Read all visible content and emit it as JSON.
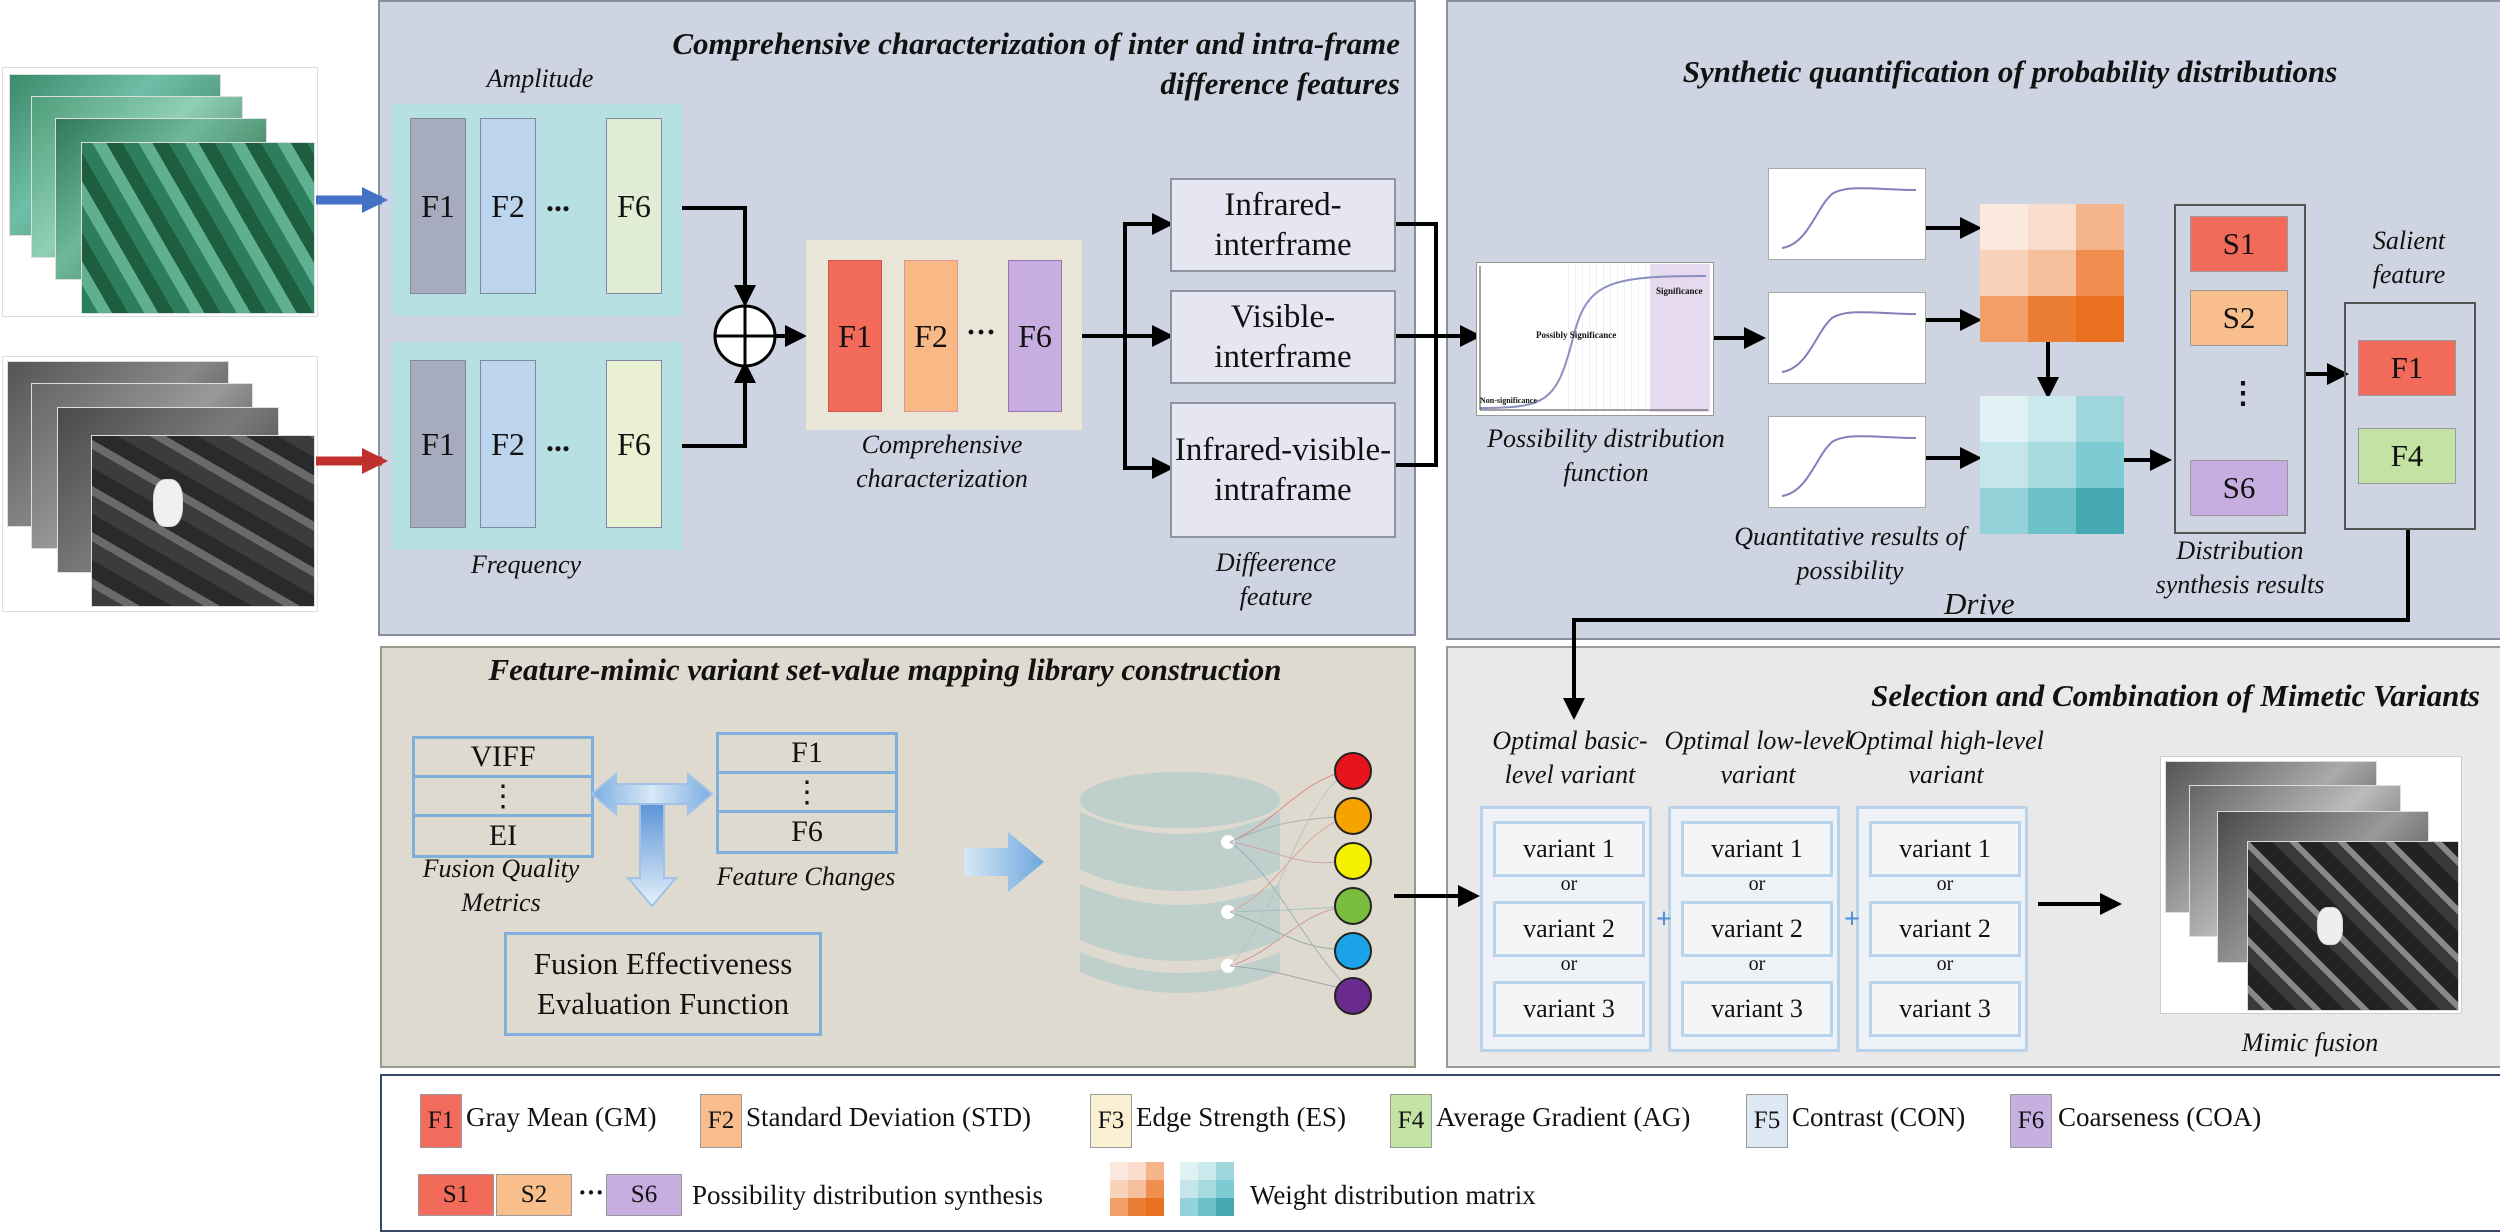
{
  "panels": {
    "p1_title": "Comprehensive characterization of inter and intra-frame difference features",
    "p2_title": "Synthetic quantification of probability distributions",
    "p3_title": "Feature-mimic variant set-value mapping library construction",
    "p4_title": "Selection and Combination of Mimetic Variants"
  },
  "p1": {
    "amplitude": "Amplitude",
    "frequency": "Frequency",
    "f1": "F1",
    "f2": "F2",
    "f6": "F6",
    "dots": "...",
    "comp_dots": "···",
    "comp_label": "Comprehensive characterization",
    "diff_boxes": [
      "Infrared-interframe",
      "Visible-interframe",
      "Infrared-visible-intraframe"
    ],
    "diff_label": "Diffeerence feature"
  },
  "p2": {
    "pdf_label": "Possibility distribution function",
    "pdf_inner": [
      "Non-significance",
      "Possibly Significance",
      "Significance"
    ],
    "quant_label": "Quantitative results of possibility",
    "s1": "S1",
    "s2": "S2",
    "s6": "S6",
    "vdots": "⋮",
    "dist_label": "Distribution synthesis results",
    "salient_label": "Salient feature",
    "sal_f1": "F1",
    "sal_f4": "F4",
    "drive": "Drive"
  },
  "p3": {
    "metrics_rows": [
      "VIFF",
      "⋮",
      "EI"
    ],
    "metrics_label": "Fusion Quality Metrics",
    "feat_rows": [
      "F1",
      "⋮",
      "F6"
    ],
    "feat_label": "Feature Changes",
    "eval_label": "Fusion Effectiveness Evaluation Function"
  },
  "p4": {
    "columns": [
      {
        "title": "Optimal basic-level variant",
        "variants": [
          "variant 1",
          "variant 2",
          "variant 3"
        ]
      },
      {
        "title": "Optimal low-level variant",
        "variants": [
          "variant 1",
          "variant 2",
          "variant 3"
        ]
      },
      {
        "title": "Optimal high-level variant",
        "variants": [
          "variant 1",
          "variant 2",
          "variant 3"
        ]
      }
    ],
    "or": "or",
    "plus": "+",
    "mimic_label": "Mimic fusion"
  },
  "legend": {
    "items": [
      {
        "code": "F1",
        "text": "Gray Mean (GM)",
        "color": "#f36b5c"
      },
      {
        "code": "F2",
        "text": "Standard Deviation (STD)",
        "color": "#f9bd8d"
      },
      {
        "code": "F3",
        "text": "Edge Strength (ES)",
        "color": "#fbefd2"
      },
      {
        "code": "F4",
        "text": "Average Gradient (AG)",
        "color": "#c3e3a4"
      },
      {
        "code": "F5",
        "text": "Contrast (CON)",
        "color": "#dde8f4"
      },
      {
        "code": "F6",
        "text": "Coarseness (COA)",
        "color": "#c6b0e0"
      }
    ],
    "s1": "S1",
    "s2": "S2",
    "s6": "S6",
    "dots": "···",
    "synthesis_text": "Possibility distribution synthesis",
    "weight_text": "Weight distribution matrix"
  },
  "colors": {
    "arrow_blue": "#4472c4",
    "arrow_red": "#c0302c",
    "panel_blue": "#cfd4e2",
    "panel_beige": "#dedad0",
    "panel_grey": "#e9e9e9",
    "heat_orange": [
      "#fbe8dd",
      "#f9dccb",
      "#f5b58c",
      "#f9d2ba",
      "#f6c09c",
      "#ef8e4f",
      "#f29e67",
      "#ec7d35",
      "#e8701f"
    ],
    "heat_teal": [
      "#e0f1f3",
      "#c9e9ec",
      "#9fd6dc",
      "#c4e6ea",
      "#a8dbe0",
      "#7fcbd3",
      "#92d2d8",
      "#6dc1c9",
      "#45a9b3"
    ],
    "dots": [
      "#e8141c",
      "#f6a300",
      "#f5ef00",
      "#7bbd3f",
      "#1aa3e6",
      "#6a2a8e"
    ]
  },
  "icons": {
    "plus_circle": "oplus-icon",
    "database": "database-icon"
  }
}
